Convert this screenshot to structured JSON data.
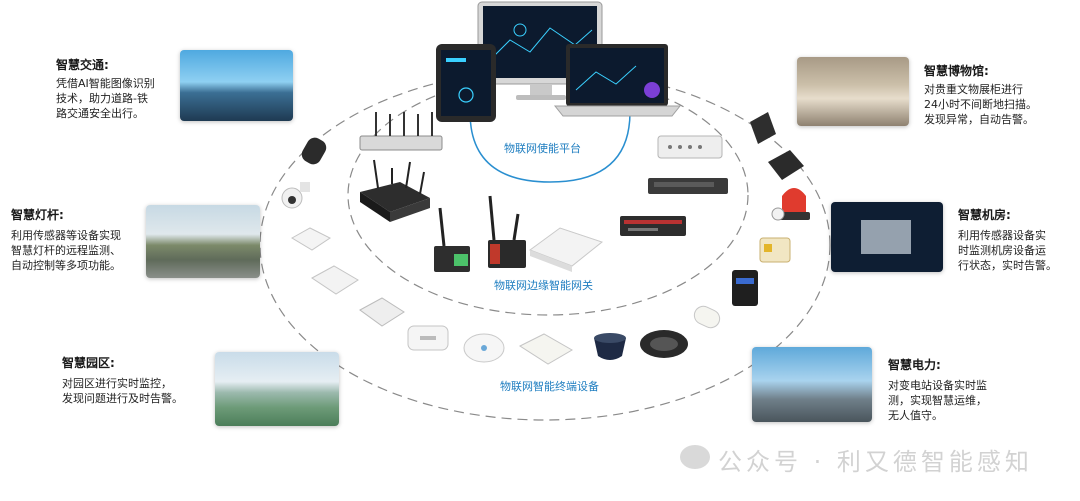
{
  "sections": {
    "traffic": {
      "title": "智慧交通:",
      "desc": "凭借AI智能图像识别\n技术，助力道路-铁\n路交通安全出行。"
    },
    "lamp": {
      "title": "智慧灯杆:",
      "desc": "利用传感器等设备实现\n智慧灯杆的远程监测、\n自动控制等多项功能。"
    },
    "park": {
      "title": "智慧园区:",
      "desc": "对园区进行实时监控，\n发现问题进行及时告警。"
    },
    "museum": {
      "title": "智慧博物馆:",
      "desc": "对贵重文物展柜进行\n24小时不间断地扫描。\n发现异常，自动告警。"
    },
    "server": {
      "title": "智慧机房:",
      "desc": "利用传感器设备实\n时监测机房设备运\n行状态，实时告警。"
    },
    "power": {
      "title": "智慧电力:",
      "desc": "对变电站设备实时监\n测，实现智慧运维，\n无人值守。"
    }
  },
  "rings": {
    "platform": "物联网使能平台",
    "gateway": "物联网边缘智能网关",
    "terminal": "物联网智能终端设备"
  },
  "watermark": "公众号 · 利又德智能感知",
  "colors": {
    "ring_blue": "#2a8fd0",
    "dash": "#8a8a8a",
    "screen": "#0c1a2e"
  }
}
